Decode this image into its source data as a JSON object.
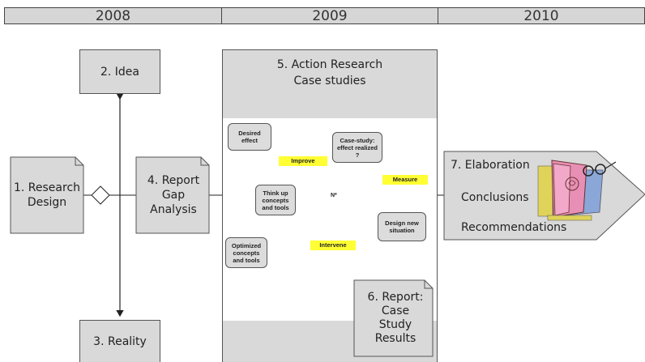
{
  "timeline": {
    "years": [
      "2008",
      "2009",
      "2010"
    ]
  },
  "steps": {
    "research_design": "1. Research Design",
    "idea": "2. Idea",
    "reality": "3. Reality",
    "report_gap": "4. Report Gap Analysis",
    "action_research_title": "5. Action Research",
    "action_research_sub": "Case studies",
    "case_study_results": "6. Report: Case Study Results",
    "elaboration": "7. Elaboration",
    "conclusions": "Conclusions",
    "recommendations": "Recommendations"
  },
  "cycle": {
    "desired_effect": "Desired effect",
    "case_study_check": "Case-study: effect realized ?",
    "think_up": "Think up concepts and tools",
    "optimized": "Optimized concepts and tools",
    "design_new": "Design new situation",
    "n_label": "N*",
    "improve": "Improve",
    "measure": "Measure",
    "intervene": "Intervene"
  },
  "colors": {
    "box_fill": "#d9d9d9",
    "highlight": "#ffff33",
    "border": "#555555"
  }
}
